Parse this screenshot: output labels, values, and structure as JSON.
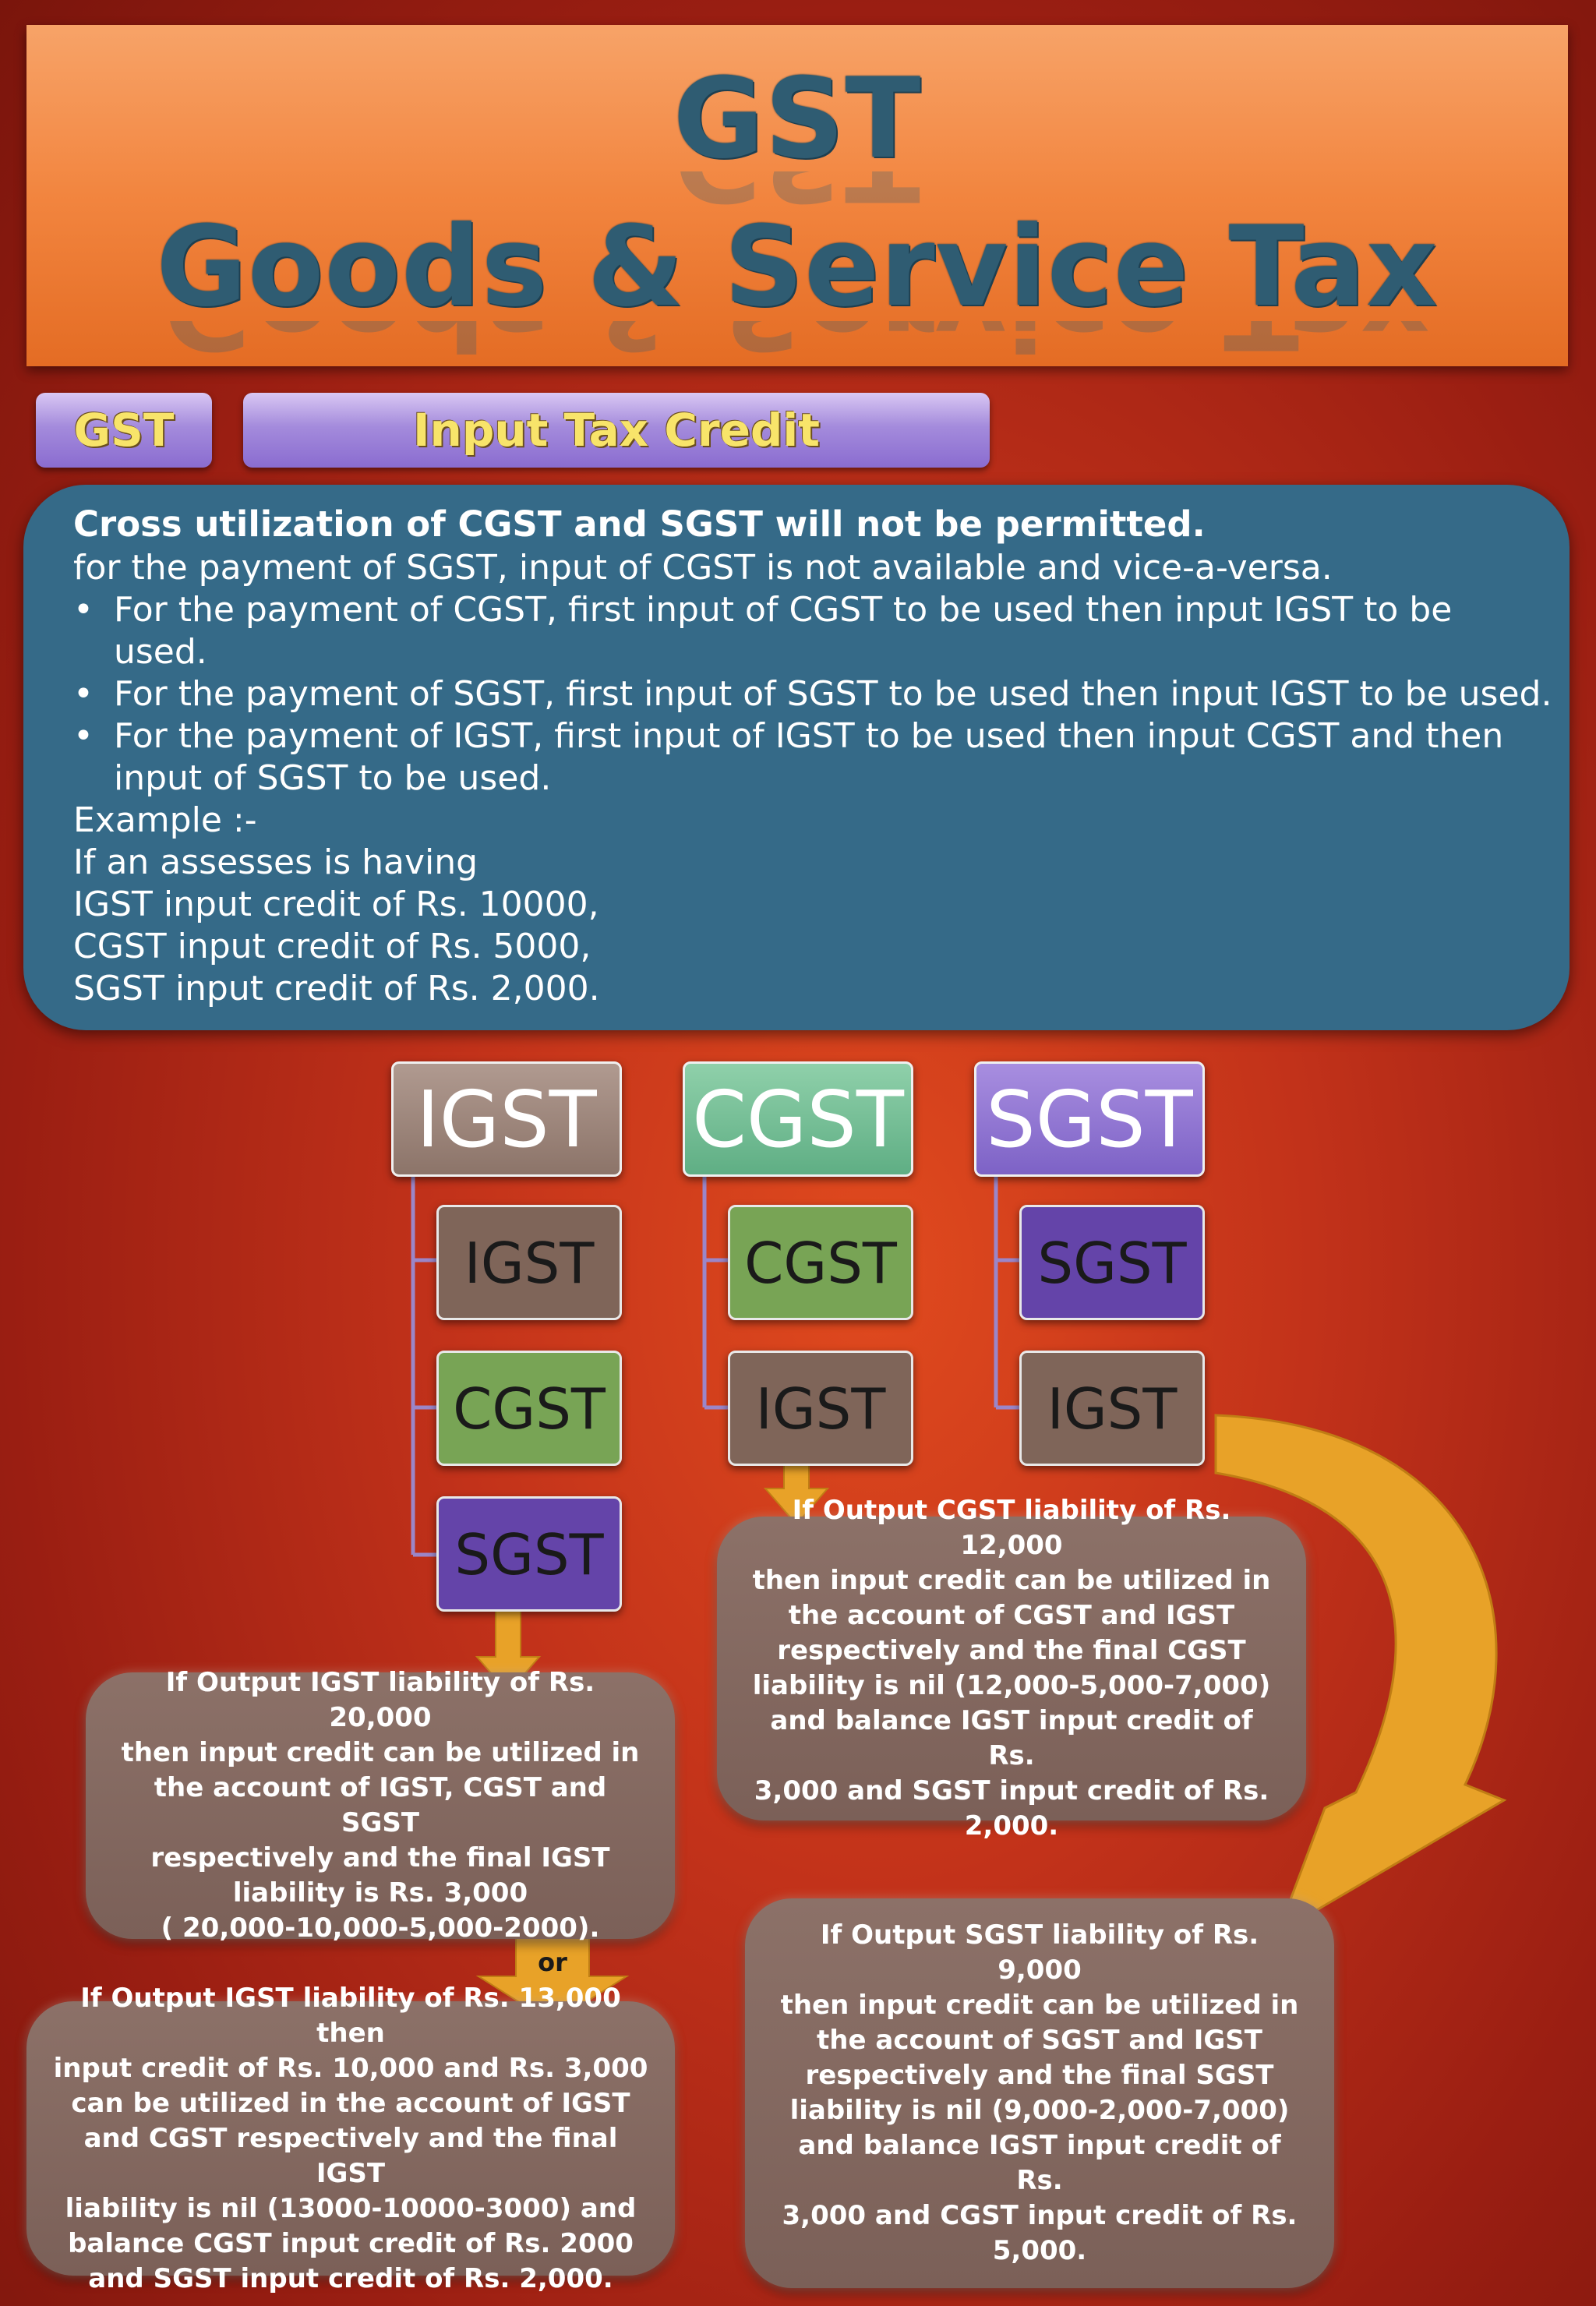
{
  "header": {
    "title": "GST",
    "subtitle": "Goods & Service Tax"
  },
  "tabs": {
    "left": "GST",
    "right": "Input Tax Credit"
  },
  "info": {
    "heading": "Cross utilization of CGST and SGST will not be permitted.",
    "intro": "for the payment of SGST, input of CGST is not available and vice-a-versa.",
    "bullets": [
      [
        "For the payment of CGST, first input of CGST to be used then input IGST to be",
        "used."
      ],
      [
        "For the payment of SGST, first input of SGST to be used then input IGST to be used."
      ],
      [
        "For the payment of IGST, first input of IGST to be used then input CGST and then",
        "input of SGST to be used."
      ]
    ],
    "bullet_char": "•",
    "example_lines": [
      "Example :-",
      "If an assesses is having",
      "IGST input credit of Rs. 10000,",
      "CGST input credit of Rs. 5000,",
      "SGST input credit of Rs. 2,000."
    ]
  },
  "diagram": {
    "columns": [
      {
        "header": "IGST",
        "items": [
          "IGST",
          "CGST",
          "SGST"
        ]
      },
      {
        "header": "CGST",
        "items": [
          "CGST",
          "IGST"
        ]
      },
      {
        "header": "SGST",
        "items": [
          "SGST",
          "IGST"
        ]
      }
    ],
    "or_label": "or",
    "bubbles": {
      "igst_a": [
        "If Output IGST liability of Rs. 20,000",
        "then input credit can be utilized in",
        "the account of IGST, CGST and SGST",
        "respectively and the final IGST",
        "liability is Rs. 3,000",
        "( 20,000-10,000-5,000-2000)."
      ],
      "igst_b": [
        "If Output IGST liability of Rs. 13,000 then",
        "input credit of Rs. 10,000 and Rs. 3,000",
        "can be utilized in the account of IGST",
        "and CGST respectively and the final IGST",
        "liability is nil (13000-10000-3000) and",
        "balance CGST input credit of Rs. 2000",
        "and SGST input credit of Rs. 2,000."
      ],
      "cgst": [
        "If Output CGST liability of Rs. 12,000",
        "then input credit can be utilized in",
        "the account of CGST and IGST",
        "respectively and the final CGST",
        "liability is nil (12,000-5,000-7,000)",
        "and balance IGST input credit of Rs.",
        "3,000 and SGST input credit of Rs.",
        "2,000."
      ],
      "sgst": [
        "If Output SGST liability of Rs. 9,000",
        "then input credit can be utilized in",
        "the account of SGST and IGST",
        "respectively and the final SGST",
        "liability is nil (9,000-2,000-7,000)",
        "and balance IGST input credit of Rs.",
        "3,000 and CGST input credit of Rs.",
        "5,000."
      ]
    }
  },
  "colors": {
    "igst": "#7f6559",
    "cgst": "#78a455",
    "sgst": "#6444a9",
    "arrow": "#e8a228",
    "panel": "#356a88"
  }
}
